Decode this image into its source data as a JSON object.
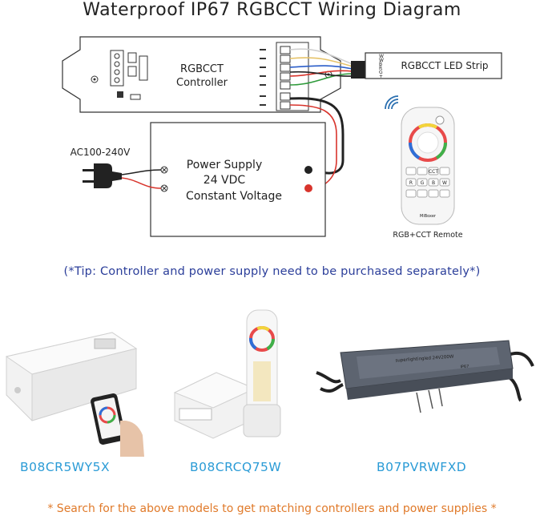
{
  "title": "Waterproof IP67 RGBCCT Wiring Diagram",
  "diagram": {
    "controller_label_1": "RGBCCT",
    "controller_label_2": "Controller",
    "strip_label": "RGBCCT LED Strip",
    "strip_pins": [
      "W",
      "W",
      "B",
      "R",
      "G",
      "+"
    ],
    "ac_label": "AC100-240V",
    "psu_label_1": "Power Supply",
    "psu_label_2": "24 VDC",
    "psu_label_3": "Constant Voltage",
    "remote_label": "RGB+CCT Remote",
    "remote_buttons": [
      "CCT",
      "R",
      "G",
      "B",
      "W"
    ],
    "remote_brand": "MiBoxer"
  },
  "tip": "(*Tip: Controller and power supply need to be purchased separately*)",
  "products": [
    {
      "model": "B08CR5WY5X"
    },
    {
      "model": "B08CRCQ75W"
    },
    {
      "model": "B07PVRWFXD",
      "psu_brand": "superlightingled 24V200W",
      "psu_rating": "IP67"
    }
  ],
  "footer": "* Search for the above models to get matching controllers and power supplies *",
  "colors": {
    "title": "#222222",
    "tip": "#2b3e9a",
    "model": "#2a9bd6",
    "footer": "#e07a2a",
    "wire_red": "#d8342c",
    "wire_black": "#222222"
  }
}
